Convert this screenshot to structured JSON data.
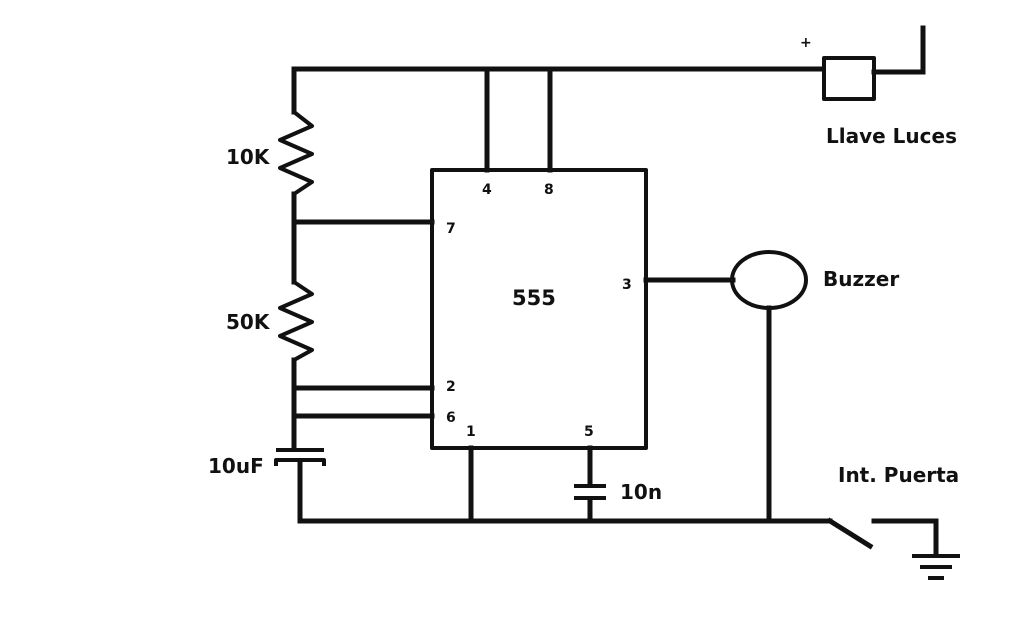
{
  "labels": {
    "r1": "10K",
    "r2": "50K",
    "cap1": "10uF",
    "cap2": "10n",
    "ic": "555",
    "switch_key": "Llave Luces",
    "plus": "+",
    "buzzer": "Buzzer",
    "door_switch": "Int. Puerta"
  },
  "pins": {
    "p4": "4",
    "p8": "8",
    "p7": "7",
    "p3": "3",
    "p2": "2",
    "p6": "6",
    "p1": "1",
    "p5": "5"
  }
}
